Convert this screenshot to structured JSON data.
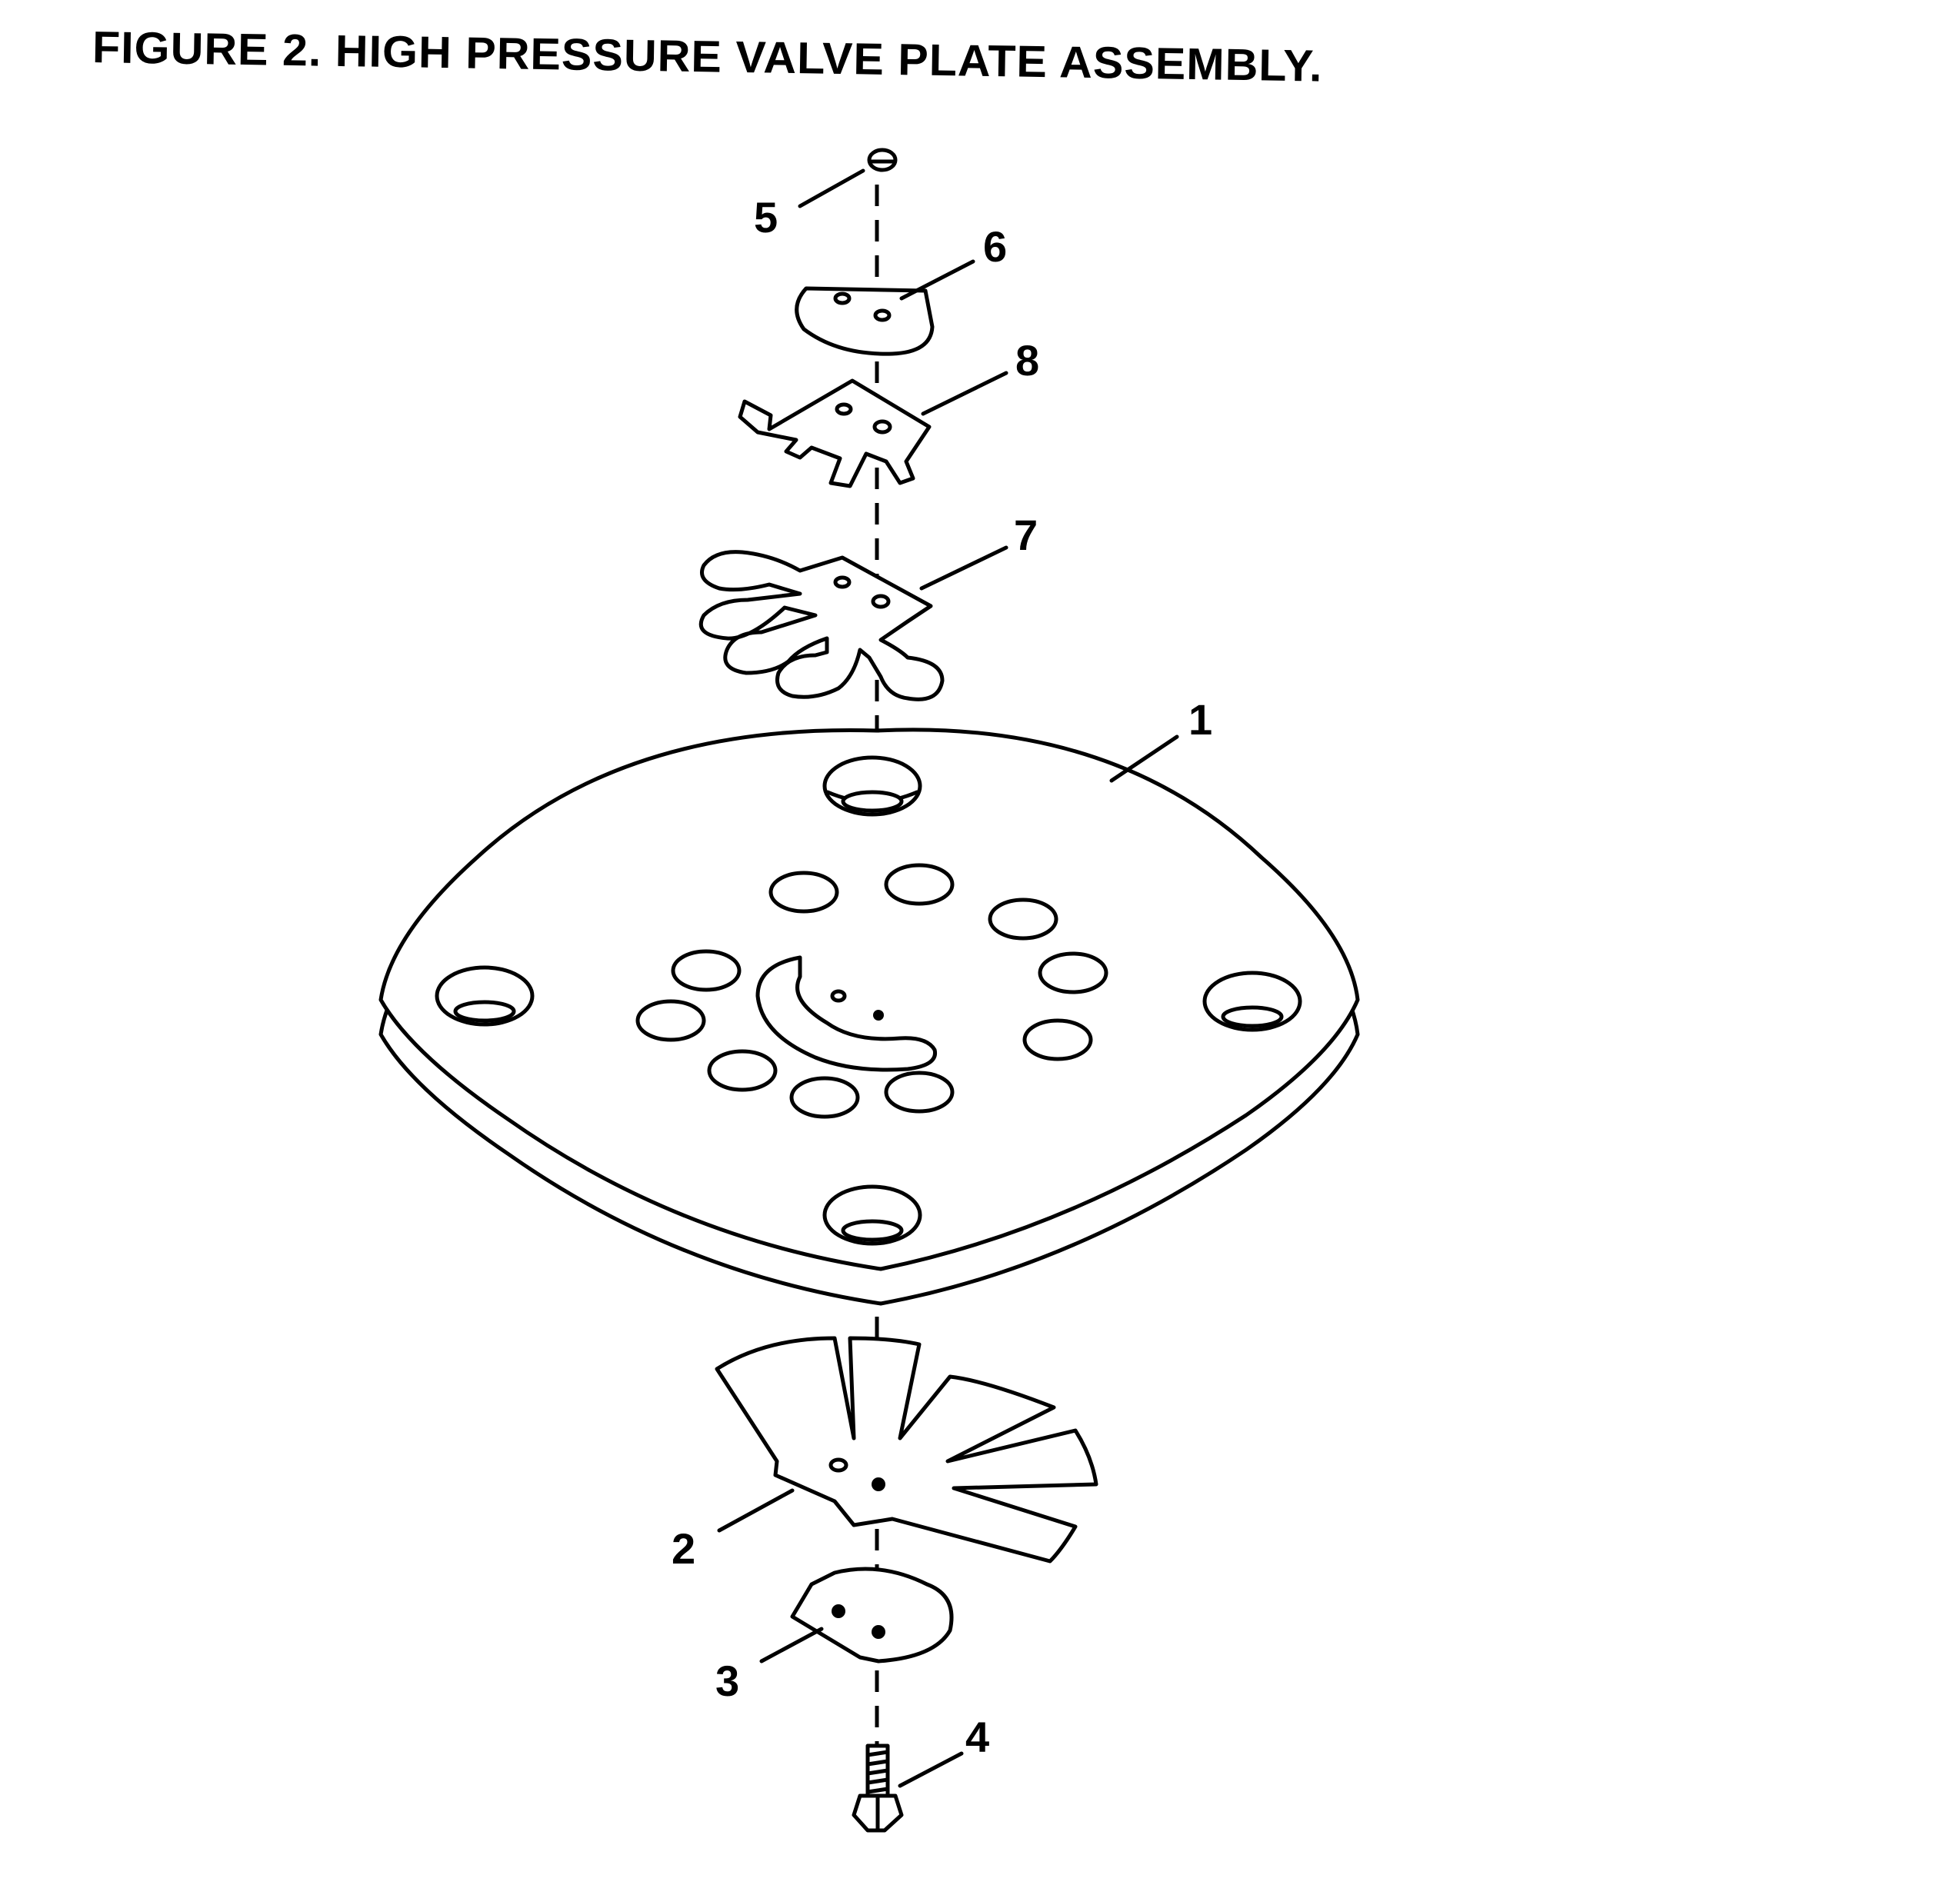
{
  "title": "FIGURE 2. HIGH PRESSURE VALVE  PLATE ASSEMBLY.",
  "callouts": {
    "c1": "1",
    "c2": "2",
    "c3": "3",
    "c4": "4",
    "c5": "5",
    "c6": "6",
    "c7": "7",
    "c8": "8"
  }
}
